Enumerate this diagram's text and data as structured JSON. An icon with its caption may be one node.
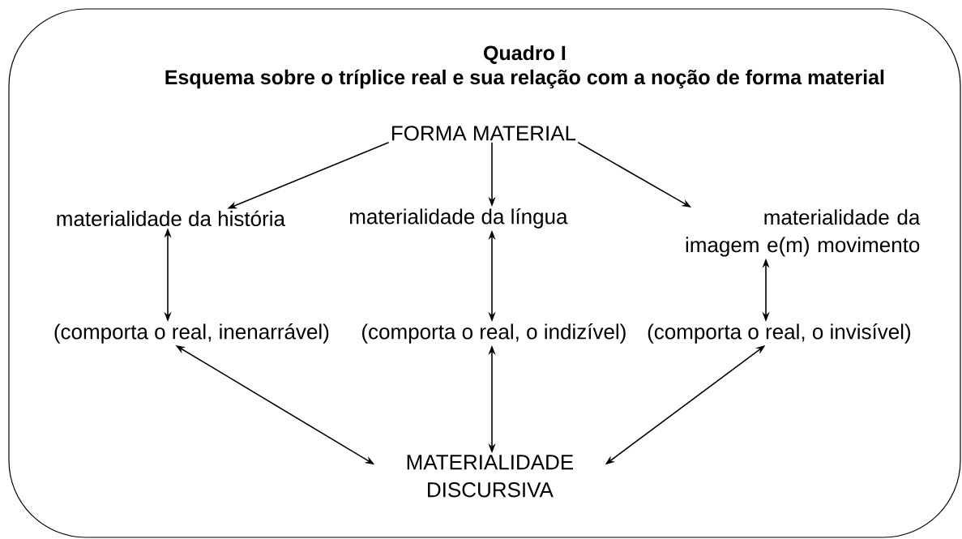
{
  "diagram": {
    "nodes": [
      {
        "text": [
          "Quadro I",
          "Esquema sobre o tríplice real e sua relação com a noção de forma material"
        ]
      },
      {
        "text": [
          "FORMA MATERIAL"
        ],
        "in": 0
      },
      {
        "text": [
          "materialidade da história"
        ],
        "in": 0
      },
      {
        "text": [
          "materialidade da língua"
        ],
        "in": 0
      },
      {
        "text": [
          "materialidade da imagem e(m) movimento"
        ],
        "in": 0
      },
      {
        "text": [
          "(comporta o real, inenarrável)"
        ],
        "in": 0
      },
      {
        "text": [
          "(comporta o real, o indizível)"
        ],
        "in": 0
      },
      {
        "text": [
          "(comporta o real, o invisível)"
        ],
        "in": 0
      },
      {
        "text": [
          "MATERIALIDADE DISCURSIVA"
        ],
        "in": 0
      }
    ],
    "edges": [
      {
        "from": 1,
        "to": 2,
        "arrow": "to"
      },
      {
        "from": 1,
        "to": 3,
        "arrow": "to"
      },
      {
        "from": 1,
        "to": 4,
        "arrow": "to"
      },
      {
        "from": 2,
        "to": 5,
        "arrow": "both"
      },
      {
        "from": 3,
        "to": 6,
        "arrow": "both"
      },
      {
        "from": 4,
        "to": 7,
        "arrow": "both"
      },
      {
        "from": 5,
        "to": 8,
        "arrow": "both"
      },
      {
        "from": 6,
        "to": 8,
        "arrow": "both"
      },
      {
        "from": 7,
        "to": 8,
        "arrow": "both"
      }
    ]
  }
}
